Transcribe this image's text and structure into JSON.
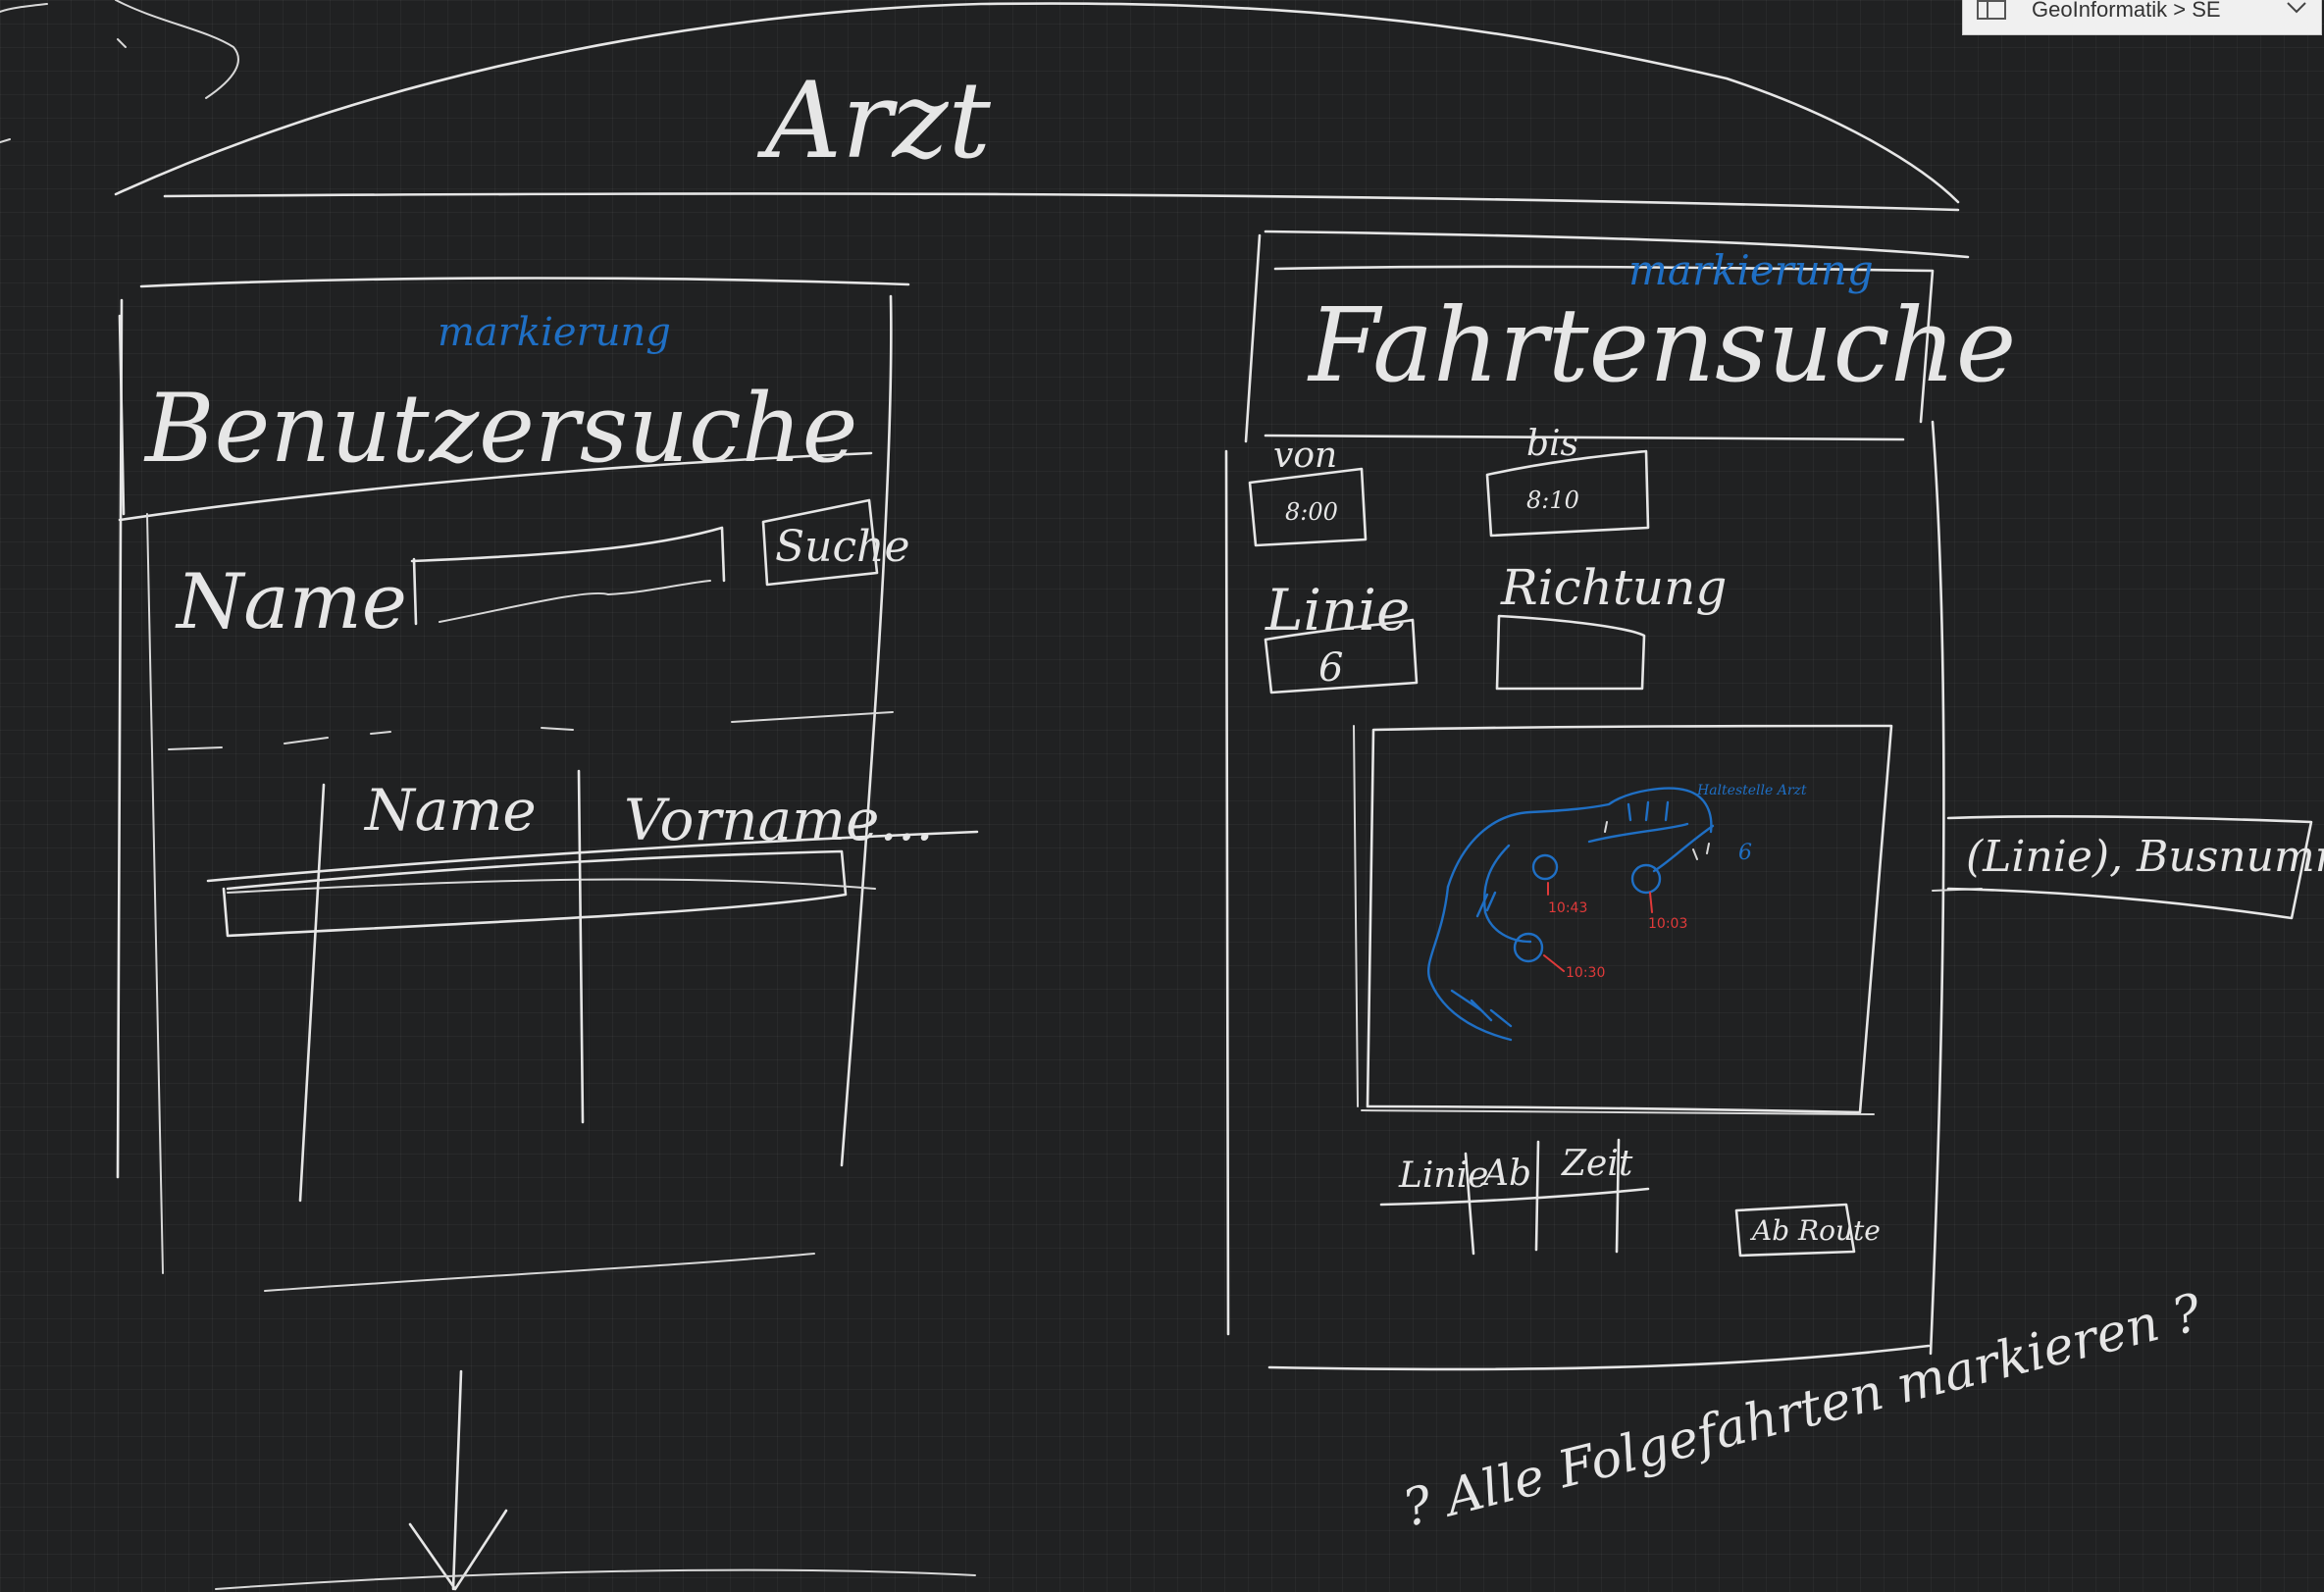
{
  "breadcrumb": {
    "label": "GeoInformatik > SE"
  },
  "sketch": {
    "main_title": "Arzt",
    "user_search": {
      "title": "Benutzersuche",
      "annotation": "markierung",
      "name_label": "Name",
      "search_button": "Suche",
      "table_headers": [
        "Name",
        "Vorname..."
      ]
    },
    "trip_search": {
      "title": "Fahrtensuche",
      "annotation": "markierung",
      "from_label": "von",
      "from_value": "8:00",
      "to_label": "bis",
      "to_value": "8:10",
      "line_label": "Linie",
      "line_value": "6",
      "direction_label": "Richtung",
      "map": {
        "route_label": "6",
        "top_note": "Haltestelle Arzt",
        "stops": [
          {
            "time": "10:43"
          },
          {
            "time": "10:03"
          },
          {
            "time": "10:30"
          }
        ]
      },
      "result_headers": [
        "Linie",
        "Ab",
        "Zeit"
      ],
      "action_button": "Ab Route"
    },
    "side_note": "(Linie), Busnummer, Zeit",
    "bottom_note": "? Alle Folgefahrten markieren ?"
  },
  "colors": {
    "ink": "#e6e6e6",
    "blue_ink": "#1f6fc4",
    "red_ink": "#e03a3a",
    "background": "#202122"
  }
}
